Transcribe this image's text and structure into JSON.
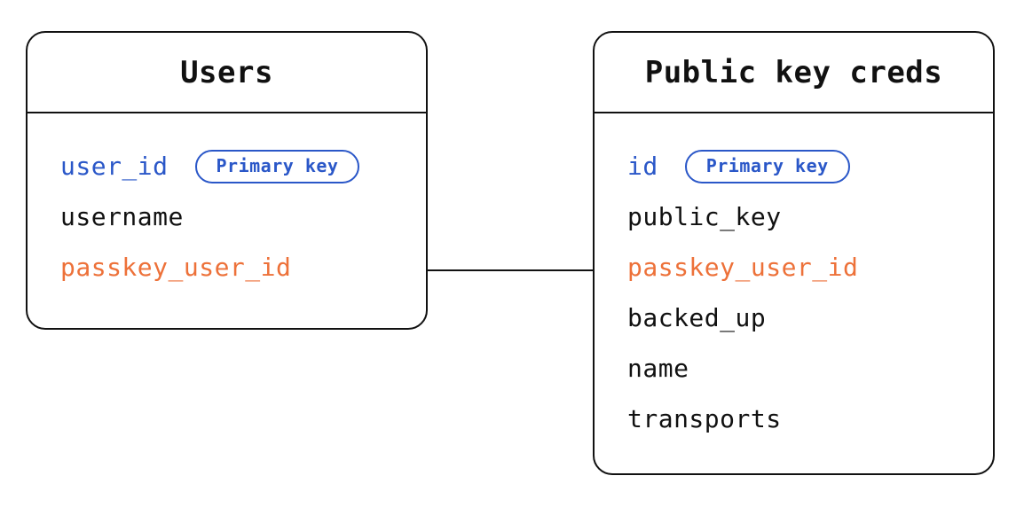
{
  "diagram": {
    "colors": {
      "primary_key": "#2A57C8",
      "foreign_key": "#ED7139",
      "text": "#111111",
      "border": "#111111",
      "background": "#ffffff"
    },
    "tables": [
      {
        "title": "Users",
        "fields": [
          {
            "name": "user_id",
            "badge": "Primary key",
            "type": "primary"
          },
          {
            "name": "username",
            "type": "normal"
          },
          {
            "name": "passkey_user_id",
            "type": "foreign"
          }
        ]
      },
      {
        "title": "Public key creds",
        "fields": [
          {
            "name": "id",
            "badge": "Primary key",
            "type": "primary"
          },
          {
            "name": "public_key",
            "type": "normal"
          },
          {
            "name": "passkey_user_id",
            "type": "foreign"
          },
          {
            "name": "backed_up",
            "type": "normal"
          },
          {
            "name": "name",
            "type": "normal"
          },
          {
            "name": "transports",
            "type": "normal"
          }
        ]
      }
    ],
    "relationship": {
      "from": "Users.passkey_user_id",
      "to": "Public key creds.passkey_user_id"
    }
  }
}
